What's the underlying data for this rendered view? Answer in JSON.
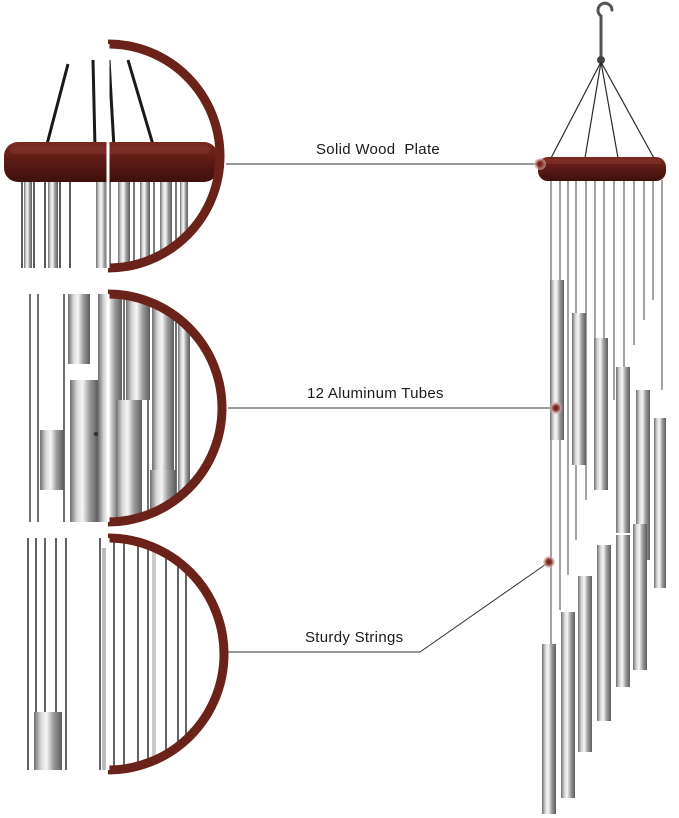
{
  "callouts": {
    "wood_plate": "Solid Wood  Plate",
    "tubes": "12 Aluminum Tubes",
    "strings": "Sturdy Strings"
  },
  "colors": {
    "wood": "#5a1a14",
    "wood_dark": "#4a1410",
    "ring": "#6b2219",
    "tube_light": "#e8e8e8",
    "tube_dark": "#7a7a7a",
    "string": "#2a2a2a",
    "marker": "#c9a0a0"
  },
  "icons": {
    "hook": "hook-icon",
    "zoom_wood": "zoom-wood-plate-icon",
    "zoom_tubes": "zoom-tubes-icon",
    "zoom_strings": "zoom-strings-icon"
  }
}
